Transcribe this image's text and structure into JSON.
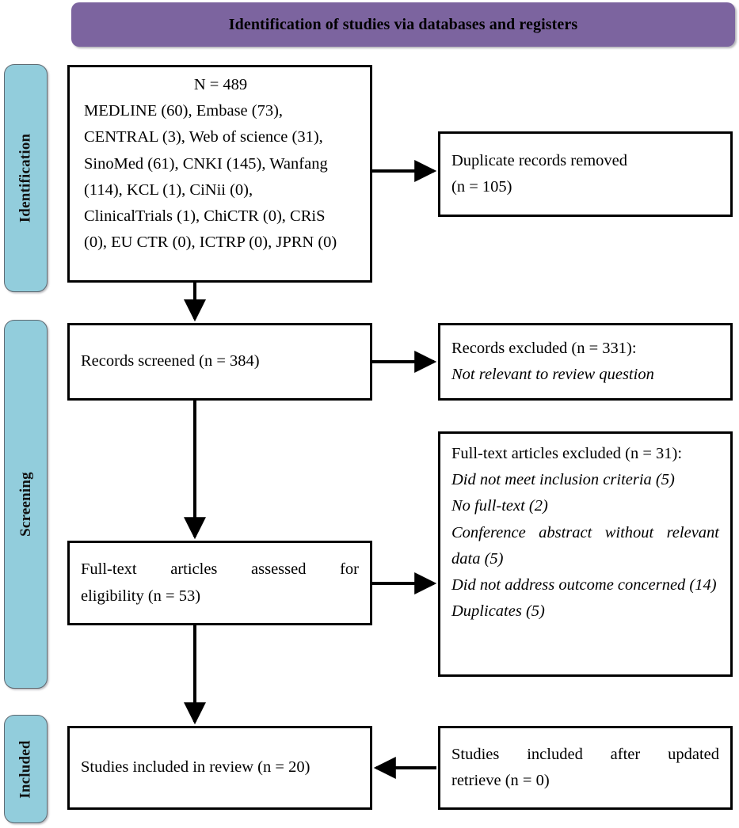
{
  "header": {
    "title": "Identification of studies via databases and registers",
    "background_color": "#7C649F"
  },
  "stages": {
    "accent_color": "#92CDDC",
    "identification_label": "Identification",
    "screening_label": "Screening",
    "included_label": "Included"
  },
  "boxes": {
    "identification": {
      "total": "N = 489",
      "sources": [
        "MEDLINE (60), Embase (73),",
        "CENTRAL (3), Web of science (31),",
        "SinoMed (61), CNKI (145), Wanfang",
        "(114), KCL (1), CiNii (0),",
        "ClinicalTrials (1), ChiCTR (0), CRiS",
        "(0), EU CTR (0), ICTRP (0), JPRN (0)"
      ]
    },
    "duplicates_removed": {
      "line1": "Duplicate records removed",
      "line2": "(n = 105)"
    },
    "records_screened": {
      "line1": "Records screened (n = 384)"
    },
    "records_excluded": {
      "line1": "Records excluded (n = 331):",
      "line2": "Not relevant to review question"
    },
    "fulltext_assessed": {
      "line1": "Full-text articles assessed for",
      "line2": "eligibility (n = 53)"
    },
    "fulltext_excluded": {
      "heading": "Full-text articles excluded (n = 31):",
      "reasons": [
        "Did not meet inclusion criteria (5)",
        "No full-text (2)",
        "Conference abstract without relevant data (5)",
        "Did not address outcome concerned (14)",
        "Duplicates (5)"
      ]
    },
    "studies_included": {
      "line1": "Studies included in review (n = 20)"
    },
    "updated_retrieve": {
      "line1": "Studies included after updated",
      "line2": "retrieve (n = 0)"
    }
  }
}
